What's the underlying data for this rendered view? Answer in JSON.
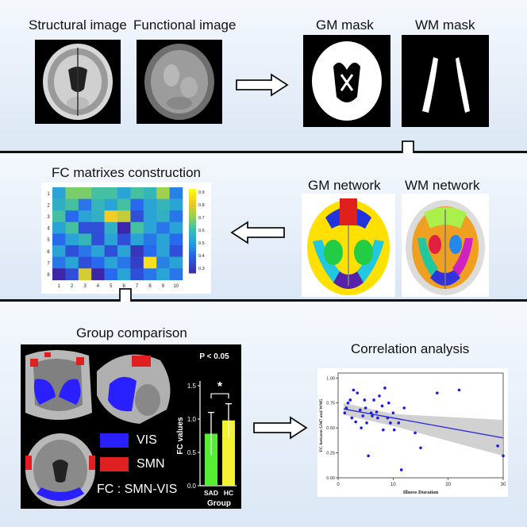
{
  "top": {
    "structural_label": "Structural image",
    "functional_label": "Functional image",
    "gm_mask_label": "GM mask",
    "wm_mask_label": "WM mask"
  },
  "middle": {
    "fc_title": "FC matrixes construction",
    "gm_network_label": "GM network",
    "wm_network_label": "WM network",
    "matrix": {
      "row_labels": [
        "1",
        "2",
        "3",
        "4",
        "5",
        "6",
        "7",
        "8"
      ],
      "col_labels": [
        "1",
        "2",
        "3",
        "4",
        "5",
        "6",
        "7",
        "8",
        "9",
        "10"
      ],
      "colorbar_ticks": [
        "0.9",
        "0.8",
        "0.7",
        "0.6",
        "0.5",
        "0.4",
        "0.3"
      ],
      "values": [
        [
          0.56,
          0.72,
          0.72,
          0.66,
          0.66,
          0.56,
          0.66,
          0.62,
          0.76,
          0.5
        ],
        [
          0.6,
          0.66,
          0.48,
          0.62,
          0.56,
          0.66,
          0.46,
          0.56,
          0.62,
          0.56
        ],
        [
          0.66,
          0.46,
          0.56,
          0.6,
          0.86,
          0.8,
          0.4,
          0.56,
          0.6,
          0.48
        ],
        [
          0.56,
          0.66,
          0.4,
          0.4,
          0.6,
          0.3,
          0.66,
          0.56,
          0.48,
          0.56
        ],
        [
          0.46,
          0.56,
          0.62,
          0.4,
          0.56,
          0.4,
          0.56,
          0.48,
          0.56,
          0.46
        ],
        [
          0.56,
          0.4,
          0.48,
          0.56,
          0.4,
          0.56,
          0.34,
          0.46,
          0.56,
          0.4
        ],
        [
          0.48,
          0.56,
          0.4,
          0.46,
          0.56,
          0.48,
          0.36,
          0.9,
          0.5,
          0.56
        ],
        [
          0.3,
          0.4,
          0.82,
          0.3,
          0.46,
          0.56,
          0.4,
          0.48,
          0.56,
          0.48
        ]
      ]
    }
  },
  "bottom": {
    "group_title": "Group comparison",
    "vis_label": "VIS",
    "smn_label": "SMN",
    "fc_label": "FC : SMN-VIS",
    "vis_color": "#2a1fff",
    "smn_color": "#e02020",
    "correlation_title": "Correlation analysis"
  },
  "bar_chart": {
    "type": "bar",
    "annotation": "P < 0.05",
    "significance": "*",
    "ylabel": "FC values",
    "xlabel": "Group",
    "categories": [
      "SAD",
      "HC"
    ],
    "values": [
      0.78,
      0.98
    ],
    "errors": [
      0.32,
      0.25
    ],
    "colors": [
      "#55ee33",
      "#f2f233"
    ],
    "yticks": [
      "0.0",
      "0.5",
      "1.0",
      "1.5"
    ],
    "ylim": [
      0,
      1.5
    ]
  },
  "scatter_chart": {
    "type": "scatter",
    "xlabel": "Illness Duration",
    "ylabel": "FC between GM7 and WM5",
    "xticks": [
      "0",
      "10",
      "20",
      "30"
    ],
    "yticks": [
      "0.00",
      "0.25",
      "0.50",
      "0.75",
      "1.00"
    ],
    "xlim": [
      0,
      30
    ],
    "ylim": [
      0,
      1.05
    ],
    "point_color": "#1a1aee",
    "x": [
      1.2,
      1.5,
      1.8,
      2.2,
      2.5,
      2.8,
      3.2,
      3.5,
      4.0,
      4.2,
      4.5,
      4.8,
      5.0,
      5.2,
      5.5,
      6.0,
      6.2,
      6.5,
      7.0,
      7.2,
      7.5,
      8.0,
      8.2,
      8.5,
      9.0,
      9.2,
      9.5,
      10.0,
      10.2,
      11.0,
      11.5,
      12.0,
      14.0,
      15.0,
      18.0,
      22.0,
      29.0,
      30.0
    ],
    "y": [
      0.65,
      0.7,
      0.75,
      0.78,
      0.6,
      0.88,
      0.56,
      0.85,
      0.68,
      0.5,
      0.62,
      0.78,
      0.7,
      0.55,
      0.22,
      0.65,
      0.62,
      0.78,
      0.66,
      0.6,
      0.82,
      0.72,
      0.48,
      0.9,
      0.6,
      0.75,
      0.55,
      0.65,
      0.48,
      0.55,
      0.08,
      0.7,
      0.45,
      0.3,
      0.85,
      0.88,
      0.32,
      0.22
    ],
    "fit": {
      "x": [
        1,
        30
      ],
      "y": [
        0.69,
        0.4
      ]
    }
  }
}
